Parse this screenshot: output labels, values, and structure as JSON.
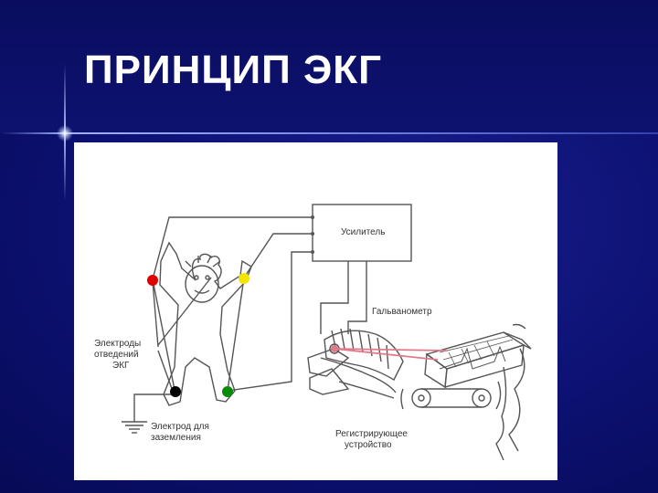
{
  "slide": {
    "title": "ПРИНЦИП ЭКГ"
  },
  "diagram": {
    "labels": {
      "amplifier": "Усилитель",
      "galvanometer": "Гальванометр",
      "leads_line1": "Электроды",
      "leads_line2": "отведений",
      "leads_line3": "ЭКГ",
      "ground_line1": "Электрод для",
      "ground_line2": "заземления",
      "recorder_line1": "Регистрирующее",
      "recorder_line2": "устройство"
    },
    "electrode_colors": {
      "right_arm": "#e00000",
      "left_arm": "#f2e600",
      "right_leg": "#000000",
      "left_leg": "#0a8a0a"
    }
  }
}
